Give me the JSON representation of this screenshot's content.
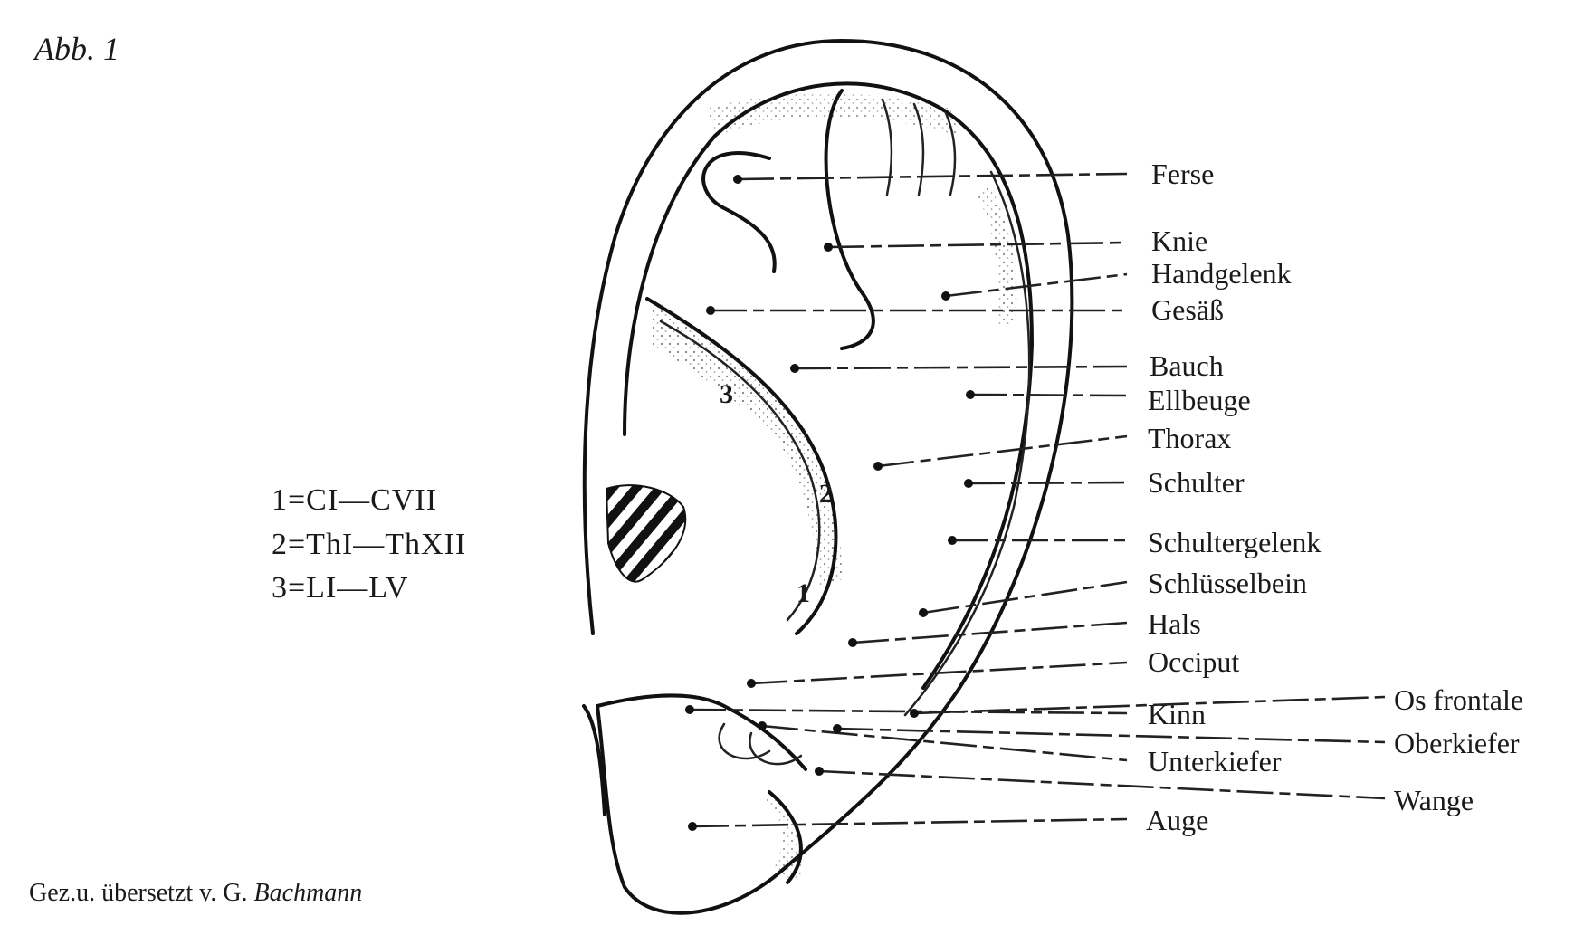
{
  "figure_title": "Abb. 1",
  "credit": {
    "prefix": "Gez.u. übersetzt v. G. ",
    "name": "Bachmann"
  },
  "legend": [
    {
      "id": "seg-1",
      "text": "1=CI—CVII"
    },
    {
      "id": "seg-2",
      "text": "2=ThI—ThXII"
    },
    {
      "id": "seg-3",
      "text": "3=LI—LV"
    }
  ],
  "regions": {
    "r1": "1",
    "r2": "2",
    "r3": "3"
  },
  "labels": [
    {
      "id": "ferse",
      "text": "Ferse"
    },
    {
      "id": "knie",
      "text": "Knie"
    },
    {
      "id": "handgelenk",
      "text": "Handgelenk"
    },
    {
      "id": "gesaess",
      "text": "Gesäß"
    },
    {
      "id": "bauch",
      "text": "Bauch"
    },
    {
      "id": "ellbeuge",
      "text": "Ellbeuge"
    },
    {
      "id": "thorax",
      "text": "Thorax"
    },
    {
      "id": "schulter",
      "text": "Schulter"
    },
    {
      "id": "schultergelenk",
      "text": "Schultergelenk"
    },
    {
      "id": "schluesselbein",
      "text": "Schlüsselbein"
    },
    {
      "id": "hals",
      "text": "Hals"
    },
    {
      "id": "occiput",
      "text": "Occiput"
    },
    {
      "id": "kinn",
      "text": "Kinn"
    },
    {
      "id": "unterkiefer",
      "text": "Unterkiefer"
    },
    {
      "id": "auge",
      "text": "Auge"
    },
    {
      "id": "os-frontale",
      "text": "Os frontale"
    },
    {
      "id": "oberkiefer",
      "text": "Oberkiefer"
    },
    {
      "id": "wange",
      "text": "Wange"
    }
  ]
}
